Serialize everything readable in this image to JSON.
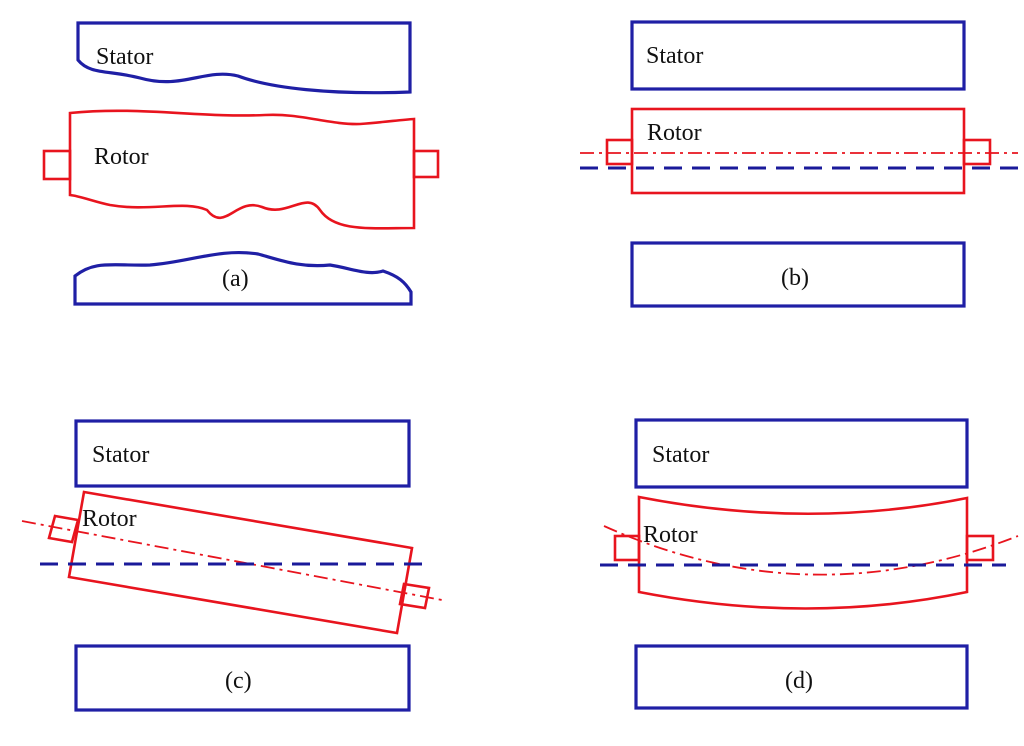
{
  "colors": {
    "stator": "#1f1fa5",
    "rotor": "#e8141e",
    "axis": "#1a1a9a"
  },
  "panels": [
    {
      "id": "a",
      "caption": "(a)",
      "stator_label": "Stator",
      "rotor_label": "Rotor"
    },
    {
      "id": "b",
      "caption": "(b)",
      "stator_label": "Stator",
      "rotor_label": "Rotor"
    },
    {
      "id": "c",
      "caption": "(c)",
      "stator_label": "Stator",
      "rotor_label": "Rotor"
    },
    {
      "id": "d",
      "caption": "(d)",
      "stator_label": "Stator",
      "rotor_label": "Rotor"
    }
  ]
}
